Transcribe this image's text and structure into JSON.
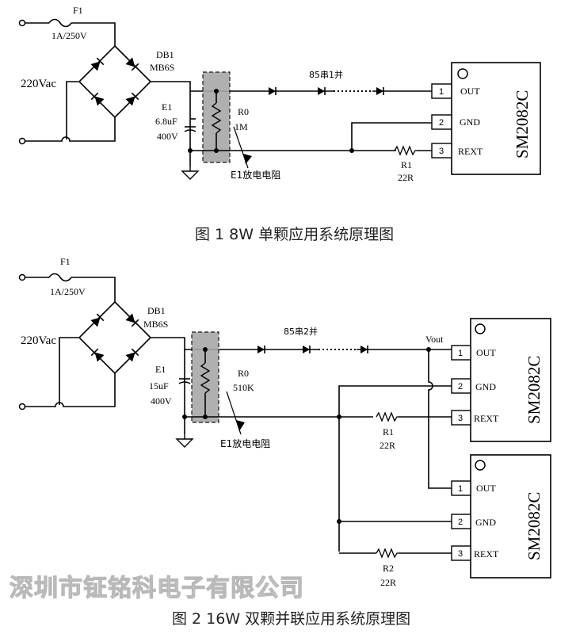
{
  "fig1": {
    "caption": "图 1    8W 单颗应用系统原理图",
    "fuse": {
      "name": "F1",
      "rating": "1A/250V"
    },
    "input": "220Vac",
    "bridge": {
      "name": "DB1",
      "part": "MB6S"
    },
    "cap": {
      "name": "E1",
      "value": "6.8uF",
      "voltage": "400V"
    },
    "resistor": {
      "name": "R0",
      "value": "1M"
    },
    "discharge_label": "E1放电电阻",
    "led_string": "85串1并",
    "rext": {
      "name": "R1",
      "value": "22R"
    },
    "ic": {
      "part": "SM2082C",
      "pins": [
        {
          "num": "1",
          "name": "OUT"
        },
        {
          "num": "2",
          "name": "GND"
        },
        {
          "num": "3",
          "name": "REXT"
        }
      ]
    }
  },
  "fig2": {
    "caption": "图 2    16W 双颗并联应用系统原理图",
    "fuse": {
      "name": "F1",
      "rating": "1A/250V"
    },
    "input": "220Vac",
    "bridge": {
      "name": "DB1",
      "part": "MB6S"
    },
    "cap": {
      "name": "E1",
      "value": "15uF",
      "voltage": "400V"
    },
    "resistor": {
      "name": "R0",
      "value": "510K"
    },
    "discharge_label": "E1放电电阻",
    "led_string": "85串2并",
    "vout_label": "Vout",
    "rext1": {
      "name": "R1",
      "value": "22R"
    },
    "rext2": {
      "name": "R2",
      "value": "22R"
    },
    "ic1": {
      "part": "SM2082C",
      "pins": [
        {
          "num": "1",
          "name": "OUT"
        },
        {
          "num": "2",
          "name": "GND"
        },
        {
          "num": "3",
          "name": "REXT"
        }
      ]
    },
    "ic2": {
      "part": "SM2082C",
      "pins": [
        {
          "num": "1",
          "name": "OUT"
        },
        {
          "num": "2",
          "name": "GND"
        },
        {
          "num": "3",
          "name": "REXT"
        }
      ]
    }
  },
  "watermark": "深圳市钲铭科电子有限公司"
}
